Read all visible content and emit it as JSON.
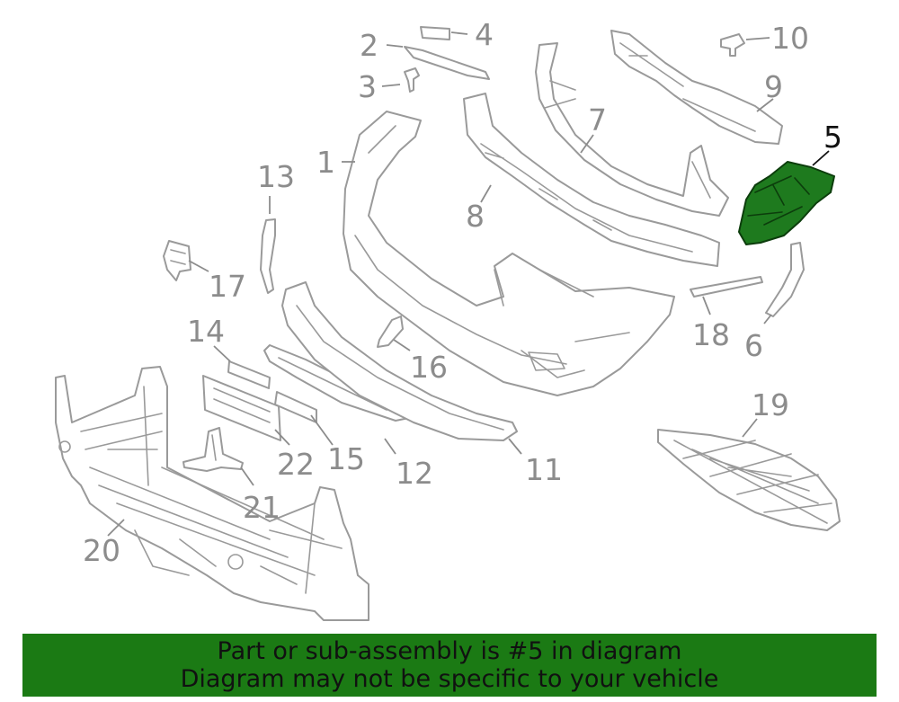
{
  "diagram": {
    "highlight_color": "#1e7a1e",
    "callouts": [
      {
        "id": "1",
        "label": "1"
      },
      {
        "id": "2",
        "label": "2"
      },
      {
        "id": "3",
        "label": "3"
      },
      {
        "id": "4",
        "label": "4"
      },
      {
        "id": "5",
        "label": "5",
        "highlighted": true
      },
      {
        "id": "6",
        "label": "6"
      },
      {
        "id": "7",
        "label": "7"
      },
      {
        "id": "8",
        "label": "8"
      },
      {
        "id": "9",
        "label": "9"
      },
      {
        "id": "10",
        "label": "10"
      },
      {
        "id": "11",
        "label": "11"
      },
      {
        "id": "12",
        "label": "12"
      },
      {
        "id": "13",
        "label": "13"
      },
      {
        "id": "14",
        "label": "14"
      },
      {
        "id": "15",
        "label": "15"
      },
      {
        "id": "16",
        "label": "16"
      },
      {
        "id": "17",
        "label": "17"
      },
      {
        "id": "18",
        "label": "18"
      },
      {
        "id": "19",
        "label": "19"
      },
      {
        "id": "20",
        "label": "20"
      },
      {
        "id": "21",
        "label": "21"
      },
      {
        "id": "22",
        "label": "22"
      }
    ]
  },
  "banner": {
    "line1": "Part or sub-assembly is #5 in diagram",
    "line2": "Diagram may not be specific to your vehicle",
    "background": "#1b7a14"
  }
}
